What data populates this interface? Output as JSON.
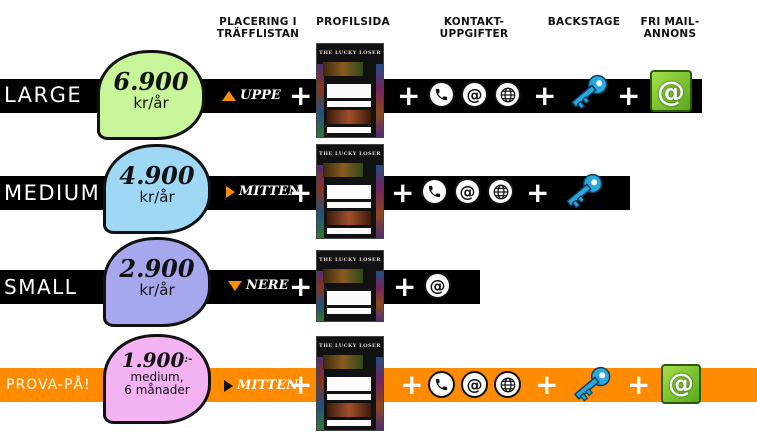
{
  "headers": {
    "placering": "PLACERING I TRÄFFLISTAN",
    "profilsida": "PROFILSIDA",
    "kontakt": "KONTAKT-UPPGIFTER",
    "backstage": "BACKSTAGE",
    "frimail": "FRI MAIL-ANNONS"
  },
  "colors": {
    "band_dark": "#000000",
    "band_trial": "#ff8c00",
    "large_blob": "#c8f59a",
    "medium_blob": "#9fd8f5",
    "small_blob": "#a7a7ee",
    "trial_blob": "#f3b2f2",
    "key": "#29a8e0",
    "mail": "#79c428"
  },
  "profile_thumb_title": "THE LUCKY LOSER",
  "tiers": [
    {
      "name": "LARGE",
      "price": "6.900",
      "unit": "kr/år",
      "placement": "UPPE",
      "placement_icon": "triangle-up-icon",
      "contact": [
        "phone-icon",
        "at-icon",
        "globe-icon"
      ],
      "backstage": true,
      "free_mail_ad": true
    },
    {
      "name": "MEDIUM",
      "price": "4.900",
      "unit": "kr/år",
      "placement": "MITTEN",
      "placement_icon": "triangle-right-icon",
      "contact": [
        "phone-icon",
        "at-icon",
        "globe-icon"
      ],
      "backstage": true,
      "free_mail_ad": false
    },
    {
      "name": "SMALL",
      "price": "2.900",
      "unit": "kr/år",
      "placement": "NERE",
      "placement_icon": "triangle-down-icon",
      "contact": [
        "at-icon"
      ],
      "backstage": false,
      "free_mail_ad": false
    },
    {
      "name": "PROVA-PÅ!",
      "price": "1.900",
      "price_suffix": ":-",
      "unit_line1": "medium,",
      "unit_line2": "6 månader",
      "placement": "MITTEN",
      "placement_icon": "triangle-right-icon",
      "contact": [
        "phone-icon",
        "at-icon",
        "globe-icon"
      ],
      "backstage": true,
      "free_mail_ad": true
    }
  ],
  "plus_sign": "+",
  "at_sign": "@"
}
